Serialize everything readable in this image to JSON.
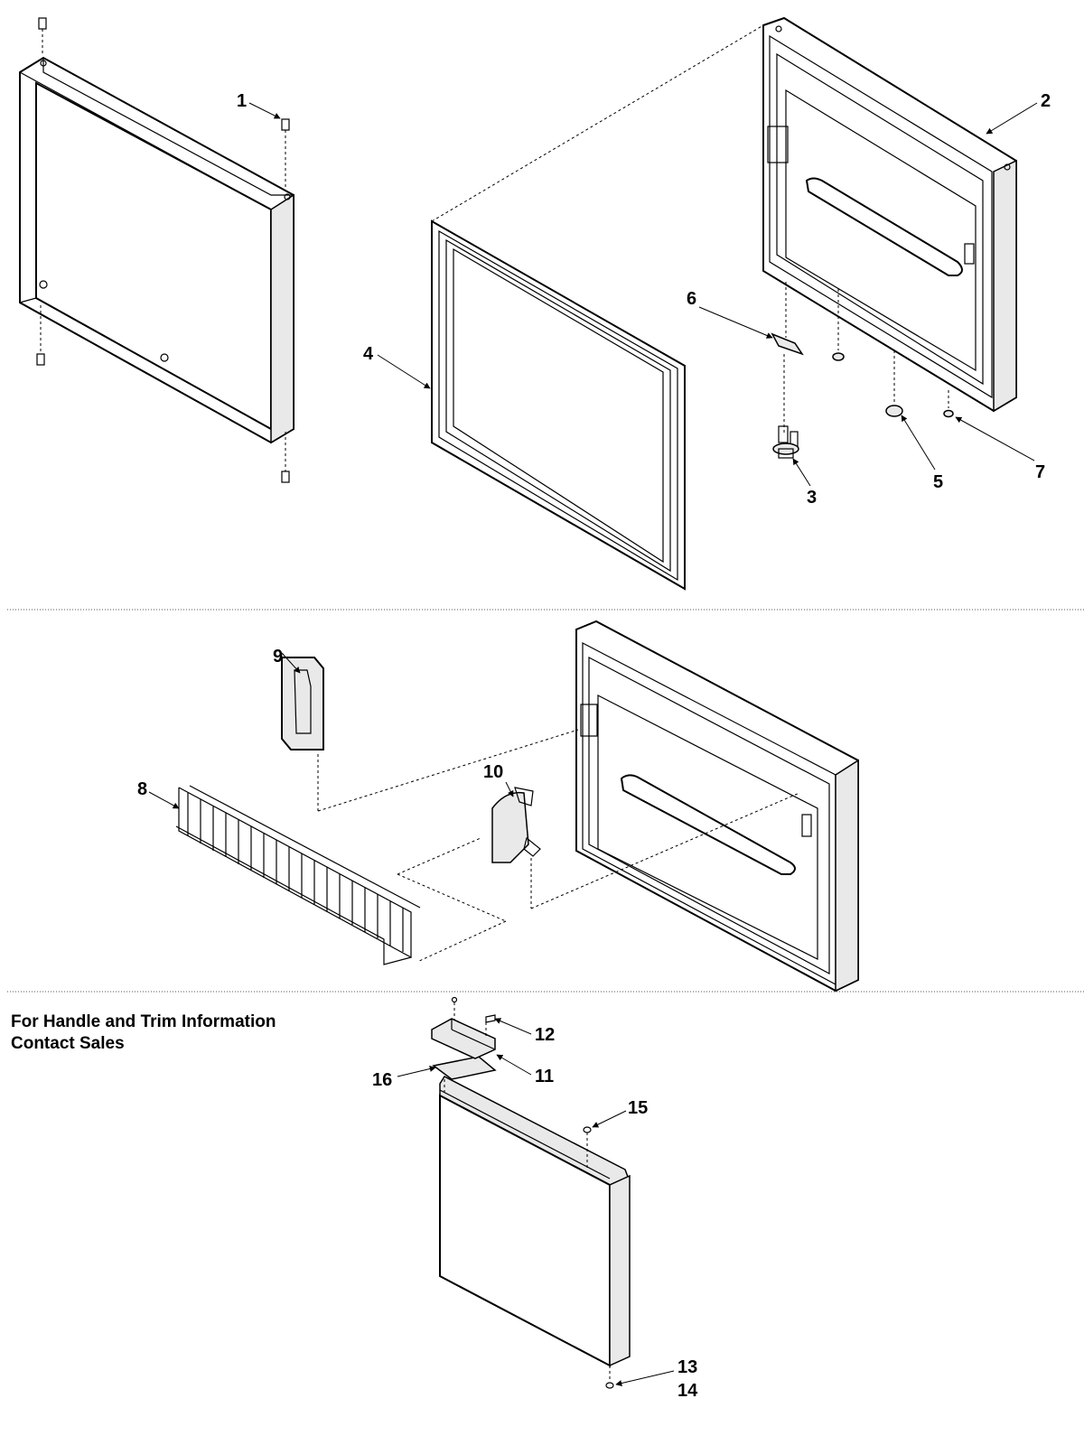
{
  "note": {
    "line1": "For Handle and Trim Information",
    "line2": "Contact Sales"
  },
  "callouts": {
    "c1": "1",
    "c2": "2",
    "c3": "3",
    "c4": "4",
    "c5": "5",
    "c6": "6",
    "c7": "7",
    "c8": "8",
    "c9": "9",
    "c10": "10",
    "c11": "11",
    "c12": "12",
    "c13": "13",
    "c14": "14",
    "c15": "15",
    "c16": "16"
  }
}
